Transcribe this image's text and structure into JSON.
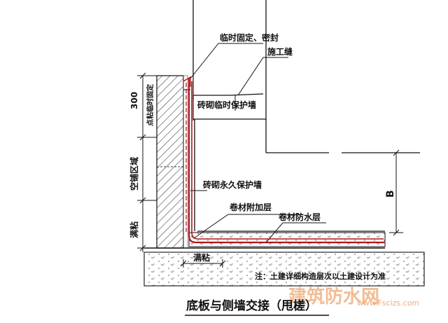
{
  "labels": {
    "temp_fix_seal": "临时固定、密封",
    "construction_joint": "施工缝",
    "temp_brick_wall": "砖砌临时保护墙",
    "perm_brick_wall": "砖砌永久保护墙",
    "membrane_additional": "卷材附加层",
    "membrane_waterproof": "卷材防水层",
    "note": "注：土建详细构造层次以土建设计为准"
  },
  "dimensions": {
    "d300": "300",
    "spot_temp_fix": "点粘临时固定",
    "empty_area": "空铺区域",
    "full_stick": "满粘",
    "bottom_full_stick": "满粘",
    "B": "B"
  },
  "title": "底板与侧墙交接（甩槎）",
  "watermark": {
    "text": "建筑防水网",
    "url": "www.Fscizs.com"
  },
  "colors": {
    "line": "#111111",
    "membrane": "#b0161b",
    "hatch": "#333333",
    "dots": "#777777",
    "watermark": "#e9863f"
  }
}
